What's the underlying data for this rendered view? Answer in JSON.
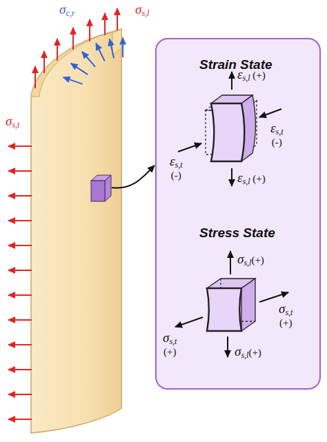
{
  "diagram": {
    "nodes": [
      {
        "text": [
          "Strain State",
          "Stress State"
        ]
      }
    ],
    "labels": [
      "σc,r",
      "σs,l",
      "σs,t",
      "εs,l (+)",
      "εs,t (-)",
      "εs,t (-)",
      "εs,l (+)",
      "σs,l(+)",
      "σs,t (+)",
      "σs,t (+)",
      "σs,l(+)"
    ]
  }
}
